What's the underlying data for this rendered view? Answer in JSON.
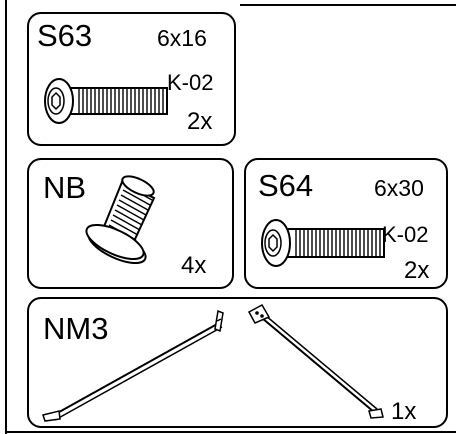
{
  "parts": {
    "s63": {
      "code": "S63",
      "size": "6x16",
      "ref": "K-02",
      "qty": "2x",
      "icon": "bolt-hex-socket-icon"
    },
    "nb": {
      "code": "NB",
      "qty": "4x",
      "icon": "bolt-flat-head-icon"
    },
    "s64": {
      "code": "S64",
      "size": "6x30",
      "ref": "K-02",
      "qty": "2x",
      "icon": "bolt-hex-socket-icon"
    },
    "nm3": {
      "code": "NM3",
      "qty": "1x",
      "icon": "wire-brace-icon"
    }
  },
  "colors": {
    "ink": "#000000",
    "paper": "#ffffff"
  }
}
